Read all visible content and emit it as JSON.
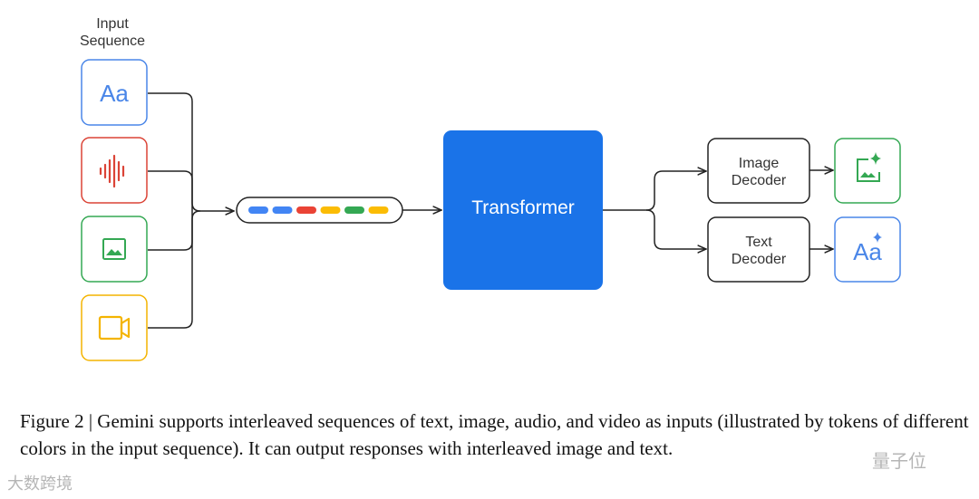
{
  "diagram": {
    "input_label_line1": "Input",
    "input_label_line2": "Sequence",
    "text_input_glyph": "Aa",
    "inputs": [
      {
        "name": "text",
        "color": "#4a86e8"
      },
      {
        "name": "audio",
        "color": "#db4437"
      },
      {
        "name": "image",
        "color": "#34a853"
      },
      {
        "name": "video",
        "color": "#f4b400"
      }
    ],
    "tokens": [
      "#4285f4",
      "#4285f4",
      "#ea4335",
      "#fbbc04",
      "#34a853",
      "#fbbc04"
    ],
    "transformer_label": "Transformer",
    "transformer_color": "#1a73e8",
    "image_decoder_line1": "Image",
    "image_decoder_line2": "Decoder",
    "text_decoder_line1": "Text",
    "text_decoder_line2": "Decoder",
    "text_output_glyph": "Aa",
    "image_output_color": "#34a853",
    "text_output_color": "#4a86e8"
  },
  "caption": "Figure 2 | Gemini supports interleaved sequences of text, image, audio, and video as inputs (illustrated by tokens of different colors in the input sequence). It can output responses with interleaved image and text.",
  "watermarks": {
    "left": "大数跨境",
    "right": "量子位"
  }
}
